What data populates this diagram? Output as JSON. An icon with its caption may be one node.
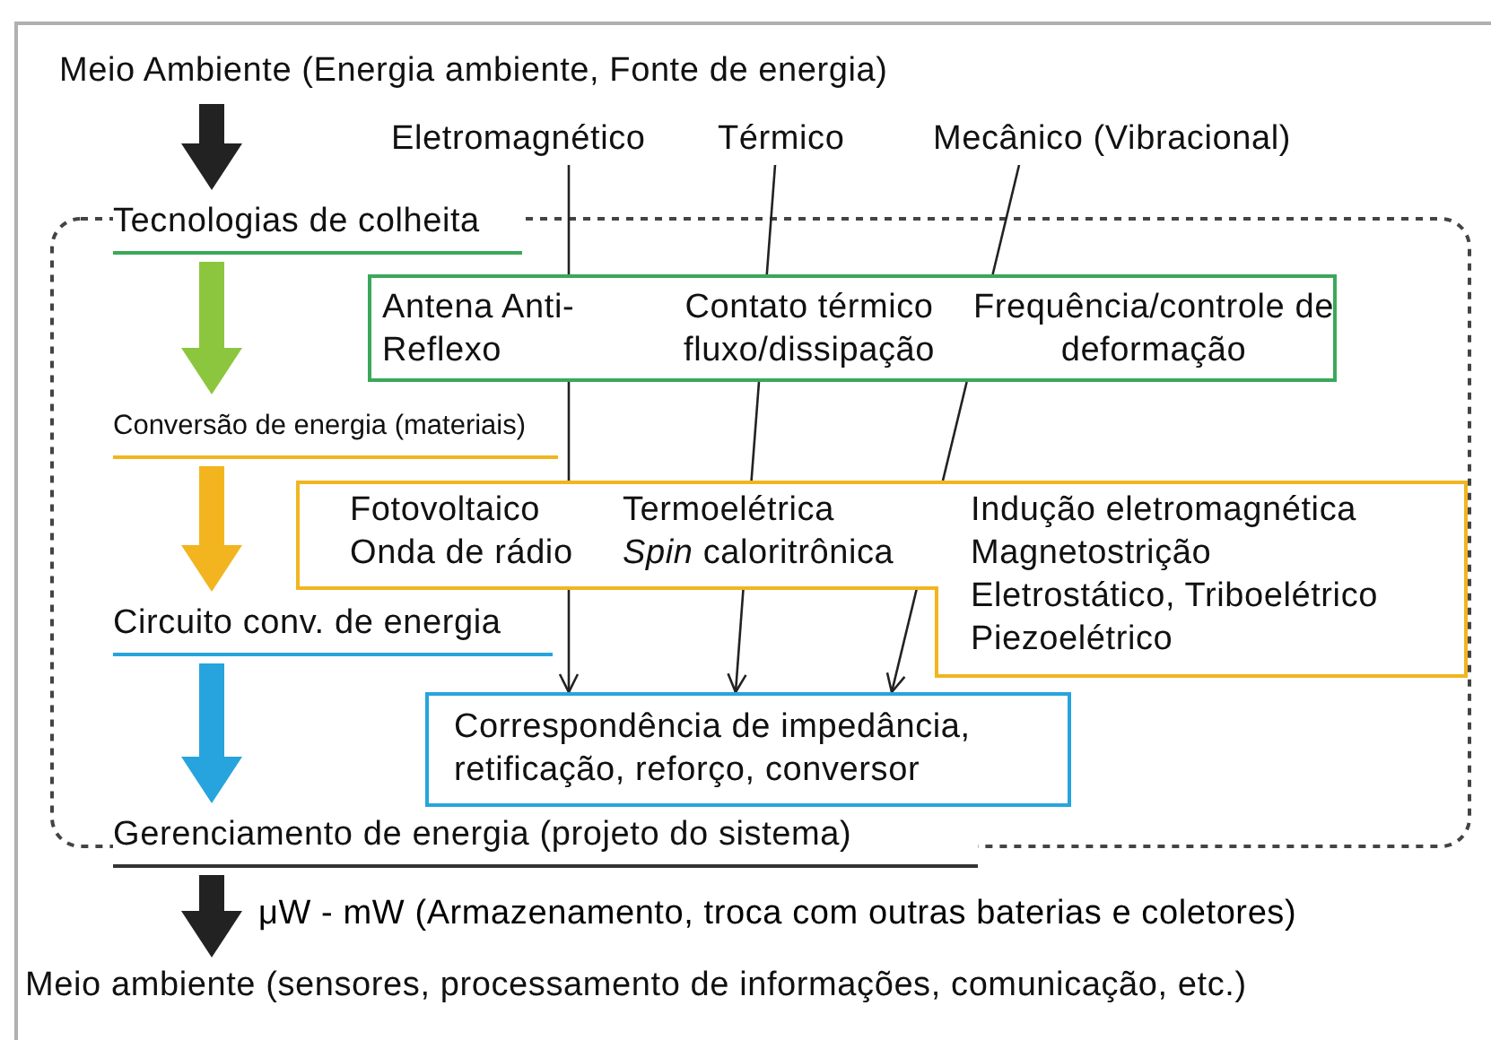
{
  "diagram": {
    "nodes": [
      {
        "text": [
          "Meio Ambiente (Energia ambiente, Fonte de energia)"
        ]
      },
      {
        "text": [
          "Tecnologias de colheita"
        ]
      },
      {
        "text": [
          "Conversão de energia (materiais)"
        ]
      },
      {
        "text": [
          "Circuito conv. de energia"
        ]
      },
      {
        "text": [
          "Gerenciamento de energia (projeto do sistema)"
        ]
      },
      {
        "text": [
          "Meio ambiente (sensores, processamento de informações, comunicação, etc.)"
        ]
      },
      {
        "text": [
          "Eletromagnético"
        ]
      },
      {
        "text": [
          "Térmico"
        ]
      },
      {
        "text": [
          "Mecânico (Vibracional)"
        ]
      },
      {
        "text": [
          "Antena Anti-Reflexo",
          "Contato térmico fluxo/dissipação",
          "Frequência/controle de deformação"
        ]
      },
      {
        "text": [
          "Fotovoltaico",
          "Onda de rádio",
          "Termoelétrica",
          "*Spin* caloritrônica",
          "Indução eletromagnética",
          "Magnetostrição",
          "Eletrostático, Triboelétrico",
          "Piezoelétrico"
        ]
      },
      {
        "text": [
          "Correspondência de impedância, retificação, reforço, conversor"
        ]
      }
    ],
    "edges": [
      {
        "from": 0,
        "to": 1,
        "arrow": "to",
        "style": "thick"
      },
      {
        "from": 1,
        "to": 2,
        "arrow": "to",
        "style": "thick",
        "color": "#8cc63f"
      },
      {
        "from": 2,
        "to": 3,
        "arrow": "to",
        "style": "thick",
        "color": "#f2b51f"
      },
      {
        "from": 3,
        "to": 4,
        "arrow": "to",
        "style": "thick",
        "color": "#27a4dd"
      },
      {
        "from": 4,
        "to": 5,
        "arrow": "to",
        "style": "thick",
        "label": "μW - mW (Armazenamento, troca com outras baterias e coletores)"
      },
      {
        "from": 6,
        "to": 9,
        "arrow": "none"
      },
      {
        "from": 9,
        "to": 10,
        "arrow": "none"
      },
      {
        "from": 10,
        "to": 11,
        "arrow": "to"
      },
      {
        "from": 7,
        "to": 9,
        "arrow": "none"
      },
      {
        "from": 9,
        "to": 10,
        "arrow": "none"
      },
      {
        "from": 10,
        "to": 11,
        "arrow": "to"
      },
      {
        "from": 8,
        "to": 9,
        "arrow": "none"
      },
      {
        "from": 9,
        "to": 10,
        "arrow": "none"
      },
      {
        "from": 10,
        "to": 11,
        "arrow": "to"
      }
    ]
  }
}
